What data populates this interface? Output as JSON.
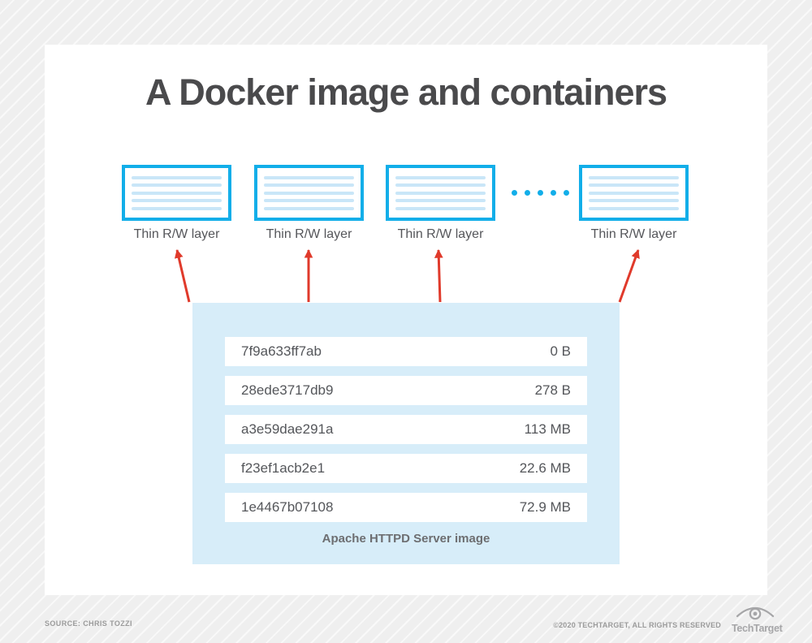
{
  "title": "A Docker image and containers",
  "containers": [
    {
      "label": "Thin R/W layer"
    },
    {
      "label": "Thin R/W layer"
    },
    {
      "label": "Thin R/W layer"
    },
    {
      "label": "Thin R/W layer"
    }
  ],
  "ellipsis_dot_count": 5,
  "image_box": {
    "caption": "Apache HTTPD Server image",
    "layers": [
      {
        "id": "7f9a633ff7ab",
        "size": "0 B"
      },
      {
        "id": "28ede3717db9",
        "size": "278 B"
      },
      {
        "id": "a3e59dae291a",
        "size": "113 MB"
      },
      {
        "id": "f23ef1acb2e1",
        "size": "22.6 MB"
      },
      {
        "id": "1e4467b07108",
        "size": "72.9 MB"
      }
    ]
  },
  "footer": {
    "source": "SOURCE: CHRIS TOZZI",
    "copyright": "©2020 TECHTARGET, ALL RIGHTS RESERVED",
    "brand": "TechTarget"
  },
  "colors": {
    "container_border": "#12aee9",
    "container_inner_line": "#c9e6f8",
    "image_box_bg": "#d7edf9",
    "arrow": "#e03a2b",
    "title_text": "#4a4a4c",
    "label_text": "#55565a",
    "row_text": "#54565a",
    "caption_text": "#6d6e71",
    "footer_text": "#9b9b9b"
  }
}
